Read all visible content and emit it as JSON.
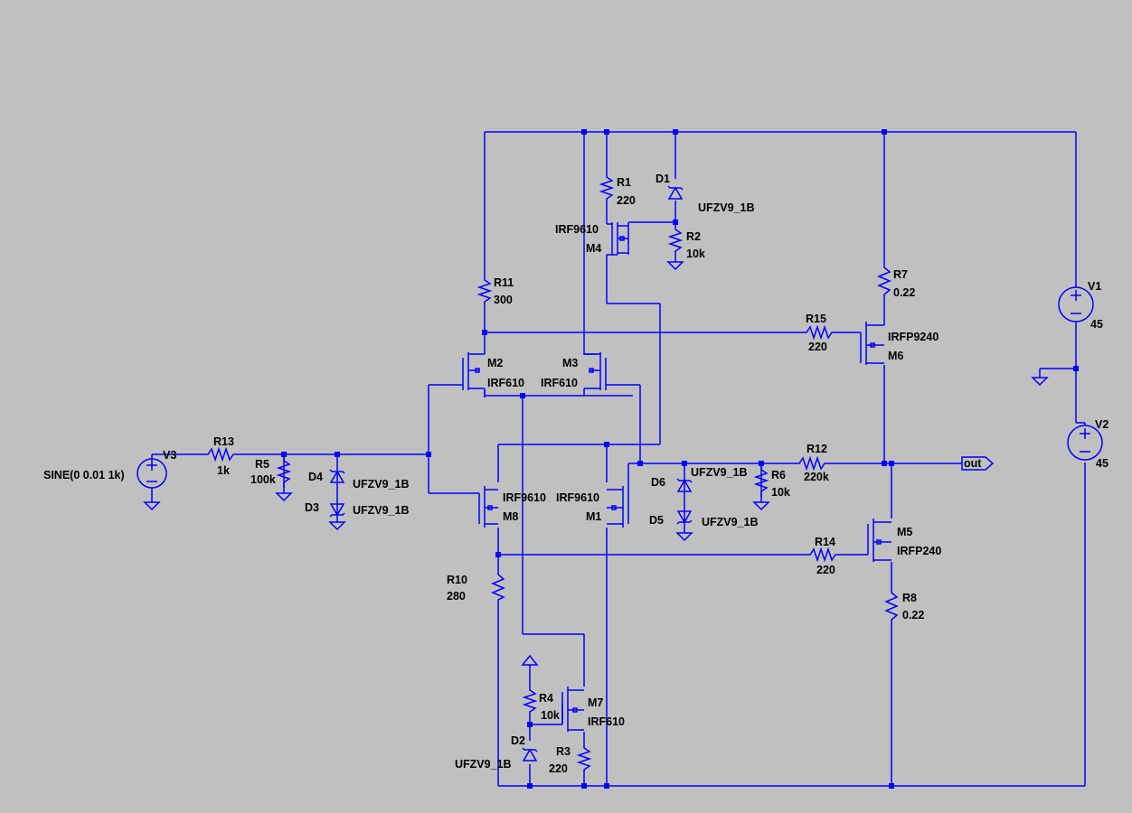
{
  "colors": {
    "background": "#c0c0c0",
    "wire": "#0000ff",
    "text": "#000000"
  },
  "components": {
    "R1": {
      "name": "R1",
      "value": "220"
    },
    "R2": {
      "name": "R2",
      "value": "10k"
    },
    "R3": {
      "name": "R3",
      "value": "220"
    },
    "R4": {
      "name": "R4",
      "value": "10k"
    },
    "R5": {
      "name": "R5",
      "value": "100k"
    },
    "R6": {
      "name": "R6",
      "value": "10k"
    },
    "R7": {
      "name": "R7",
      "value": "0.22"
    },
    "R8": {
      "name": "R8",
      "value": "0.22"
    },
    "R10": {
      "name": "R10",
      "value": "280"
    },
    "R11": {
      "name": "R11",
      "value": "300"
    },
    "R12": {
      "name": "R12",
      "value": "220k"
    },
    "R13": {
      "name": "R13",
      "value": "1k"
    },
    "R14": {
      "name": "R14",
      "value": "220"
    },
    "R15": {
      "name": "R15",
      "value": "220"
    },
    "D1": {
      "name": "D1",
      "value": "UFZV9_1B"
    },
    "D2": {
      "name": "D2",
      "value": "UFZV9_1B"
    },
    "D3": {
      "name": "D3",
      "value": "UFZV9_1B"
    },
    "D4": {
      "name": "D4",
      "value": "UFZV9_1B"
    },
    "D5": {
      "name": "D5",
      "value": "UFZV9_1B"
    },
    "D6": {
      "name": "D6",
      "value": "UFZV9_1B"
    },
    "M1": {
      "name": "M1",
      "value": "IRF9610"
    },
    "M2": {
      "name": "M2",
      "value": "IRF610"
    },
    "M3": {
      "name": "M3",
      "value": "IRF610"
    },
    "M4": {
      "name": "M4",
      "value": "IRF9610"
    },
    "M5": {
      "name": "M5",
      "value": "IRFP240"
    },
    "M6": {
      "name": "M6",
      "value": "IRFP9240"
    },
    "M7": {
      "name": "M7",
      "value": "IRF610"
    },
    "M8": {
      "name": "M8",
      "value": "IRF9610"
    },
    "V1": {
      "name": "V1",
      "value": "45"
    },
    "V2": {
      "name": "V2",
      "value": "45"
    },
    "V3": {
      "name": "V3",
      "value": "SINE(0 0.01 1k)"
    }
  },
  "output_label": "out"
}
